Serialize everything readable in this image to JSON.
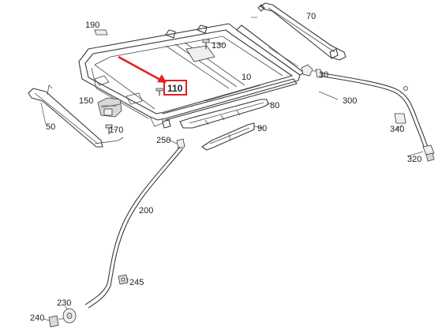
{
  "labels": {
    "p10": "10",
    "p30": "30",
    "p50": "50",
    "p70": "70",
    "p80": "80",
    "p90": "90",
    "p110": "110",
    "p130": "130",
    "p150": "150",
    "p170": "170",
    "p190": "190",
    "p200": "200",
    "p230": "230",
    "p240": "240",
    "p245": "245",
    "p250": "250",
    "p300": "300",
    "p320": "320",
    "p340": "340"
  },
  "highlight": {
    "part": "110",
    "color": "#e02020"
  }
}
